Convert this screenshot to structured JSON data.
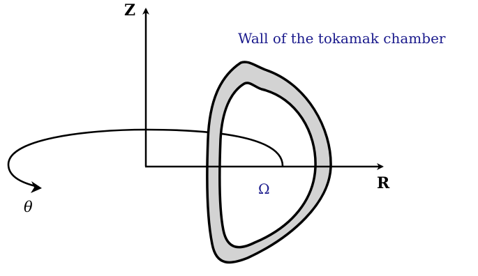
{
  "diagram": {
    "labels": {
      "z_axis": "Z",
      "r_axis": "R",
      "wall_title": "Wall of the tokamak chamber",
      "domain_symbol": "Ω",
      "angle_symbol": "θ"
    },
    "colors": {
      "accent_text": "#1a1a8c",
      "wall_fill": "#d3d3d3",
      "stroke": "#000000",
      "background": "#ffffff"
    }
  }
}
